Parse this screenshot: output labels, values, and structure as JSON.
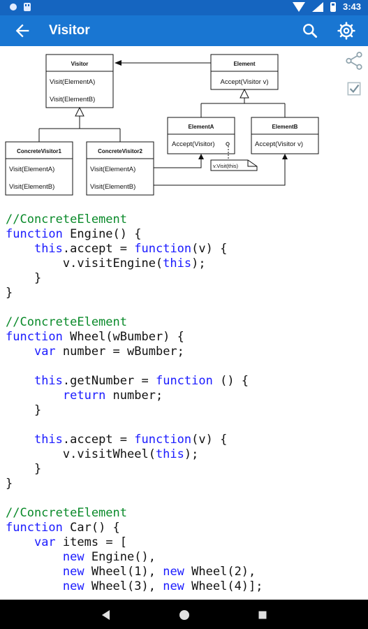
{
  "status_bar": {
    "time": "3:43"
  },
  "app_bar": {
    "title": "Visitor"
  },
  "diagram": {
    "visitor": {
      "title": "Visitor",
      "method1": "Visit(ElementA)",
      "method2": "Visit(ElementB)"
    },
    "element": {
      "title": "Element",
      "method": "Accept(Visitor v)"
    },
    "element_a": {
      "title": "ElementA",
      "method": "Accept(Visitor)"
    },
    "element_b": {
      "title": "ElementB",
      "method": "Accept(Visitor v)"
    },
    "concrete_visitor1": {
      "title": "ConcreteVisitor1",
      "method1": "Visit(ElementA)",
      "method2": "Visit(ElementB)"
    },
    "concrete_visitor2": {
      "title": "ConcreteVisitor2",
      "method1": "Visit(ElementA)",
      "method2": "Visit(ElementB)"
    },
    "note": "v.Visit(this)"
  },
  "code": [
    [
      [
        "cm",
        "//ConcreteElement"
      ]
    ],
    [
      [
        "kw",
        "function"
      ],
      [
        "txt",
        " Engine() {"
      ]
    ],
    [
      [
        "txt",
        "    "
      ],
      [
        "kw",
        "this"
      ],
      [
        "txt",
        ".accept = "
      ],
      [
        "kw",
        "function"
      ],
      [
        "txt",
        "(v) {"
      ]
    ],
    [
      [
        "txt",
        "        v.visitEngine("
      ],
      [
        "kw",
        "this"
      ],
      [
        "txt",
        ");"
      ]
    ],
    [
      [
        "txt",
        "    }"
      ]
    ],
    [
      [
        "txt",
        "}"
      ]
    ],
    [
      [
        "txt",
        ""
      ]
    ],
    [
      [
        "cm",
        "//ConcreteElement"
      ]
    ],
    [
      [
        "kw",
        "function"
      ],
      [
        "txt",
        " Wheel(wBumber) {"
      ]
    ],
    [
      [
        "txt",
        "    "
      ],
      [
        "kw",
        "var"
      ],
      [
        "txt",
        " number = wBumber;"
      ]
    ],
    [
      [
        "txt",
        ""
      ]
    ],
    [
      [
        "txt",
        "    "
      ],
      [
        "kw",
        "this"
      ],
      [
        "txt",
        ".getNumber = "
      ],
      [
        "kw",
        "function"
      ],
      [
        "txt",
        " () {"
      ]
    ],
    [
      [
        "txt",
        "        "
      ],
      [
        "kw",
        "return"
      ],
      [
        "txt",
        " number;"
      ]
    ],
    [
      [
        "txt",
        "    }"
      ]
    ],
    [
      [
        "txt",
        ""
      ]
    ],
    [
      [
        "txt",
        "    "
      ],
      [
        "kw",
        "this"
      ],
      [
        "txt",
        ".accept = "
      ],
      [
        "kw",
        "function"
      ],
      [
        "txt",
        "(v) {"
      ]
    ],
    [
      [
        "txt",
        "        v.visitWheel("
      ],
      [
        "kw",
        "this"
      ],
      [
        "txt",
        ");"
      ]
    ],
    [
      [
        "txt",
        "    }"
      ]
    ],
    [
      [
        "txt",
        "}"
      ]
    ],
    [
      [
        "txt",
        ""
      ]
    ],
    [
      [
        "cm",
        "//ConcreteElement"
      ]
    ],
    [
      [
        "kw",
        "function"
      ],
      [
        "txt",
        " Car() {"
      ]
    ],
    [
      [
        "txt",
        "    "
      ],
      [
        "kw",
        "var"
      ],
      [
        "txt",
        " items = ["
      ]
    ],
    [
      [
        "txt",
        "        "
      ],
      [
        "kw",
        "new"
      ],
      [
        "txt",
        " Engine(),"
      ]
    ],
    [
      [
        "txt",
        "        "
      ],
      [
        "kw",
        "new"
      ],
      [
        "txt",
        " Wheel(1), "
      ],
      [
        "kw",
        "new"
      ],
      [
        "txt",
        " Wheel(2),"
      ]
    ],
    [
      [
        "txt",
        "        "
      ],
      [
        "kw",
        "new"
      ],
      [
        "txt",
        " Wheel(3), "
      ],
      [
        "kw",
        "new"
      ],
      [
        "txt",
        " Wheel(4)];"
      ]
    ]
  ],
  "colors": {
    "status_bar": "#1565c0",
    "app_bar": "#1976d2",
    "keyword": "#1a1aff",
    "comment": "#0a8a2a"
  },
  "icons": [
    "back-arrow-icon",
    "search-icon",
    "gear-icon",
    "share-icon",
    "checkbox-icon",
    "nav-back-icon",
    "nav-home-icon",
    "nav-recents-icon"
  ]
}
